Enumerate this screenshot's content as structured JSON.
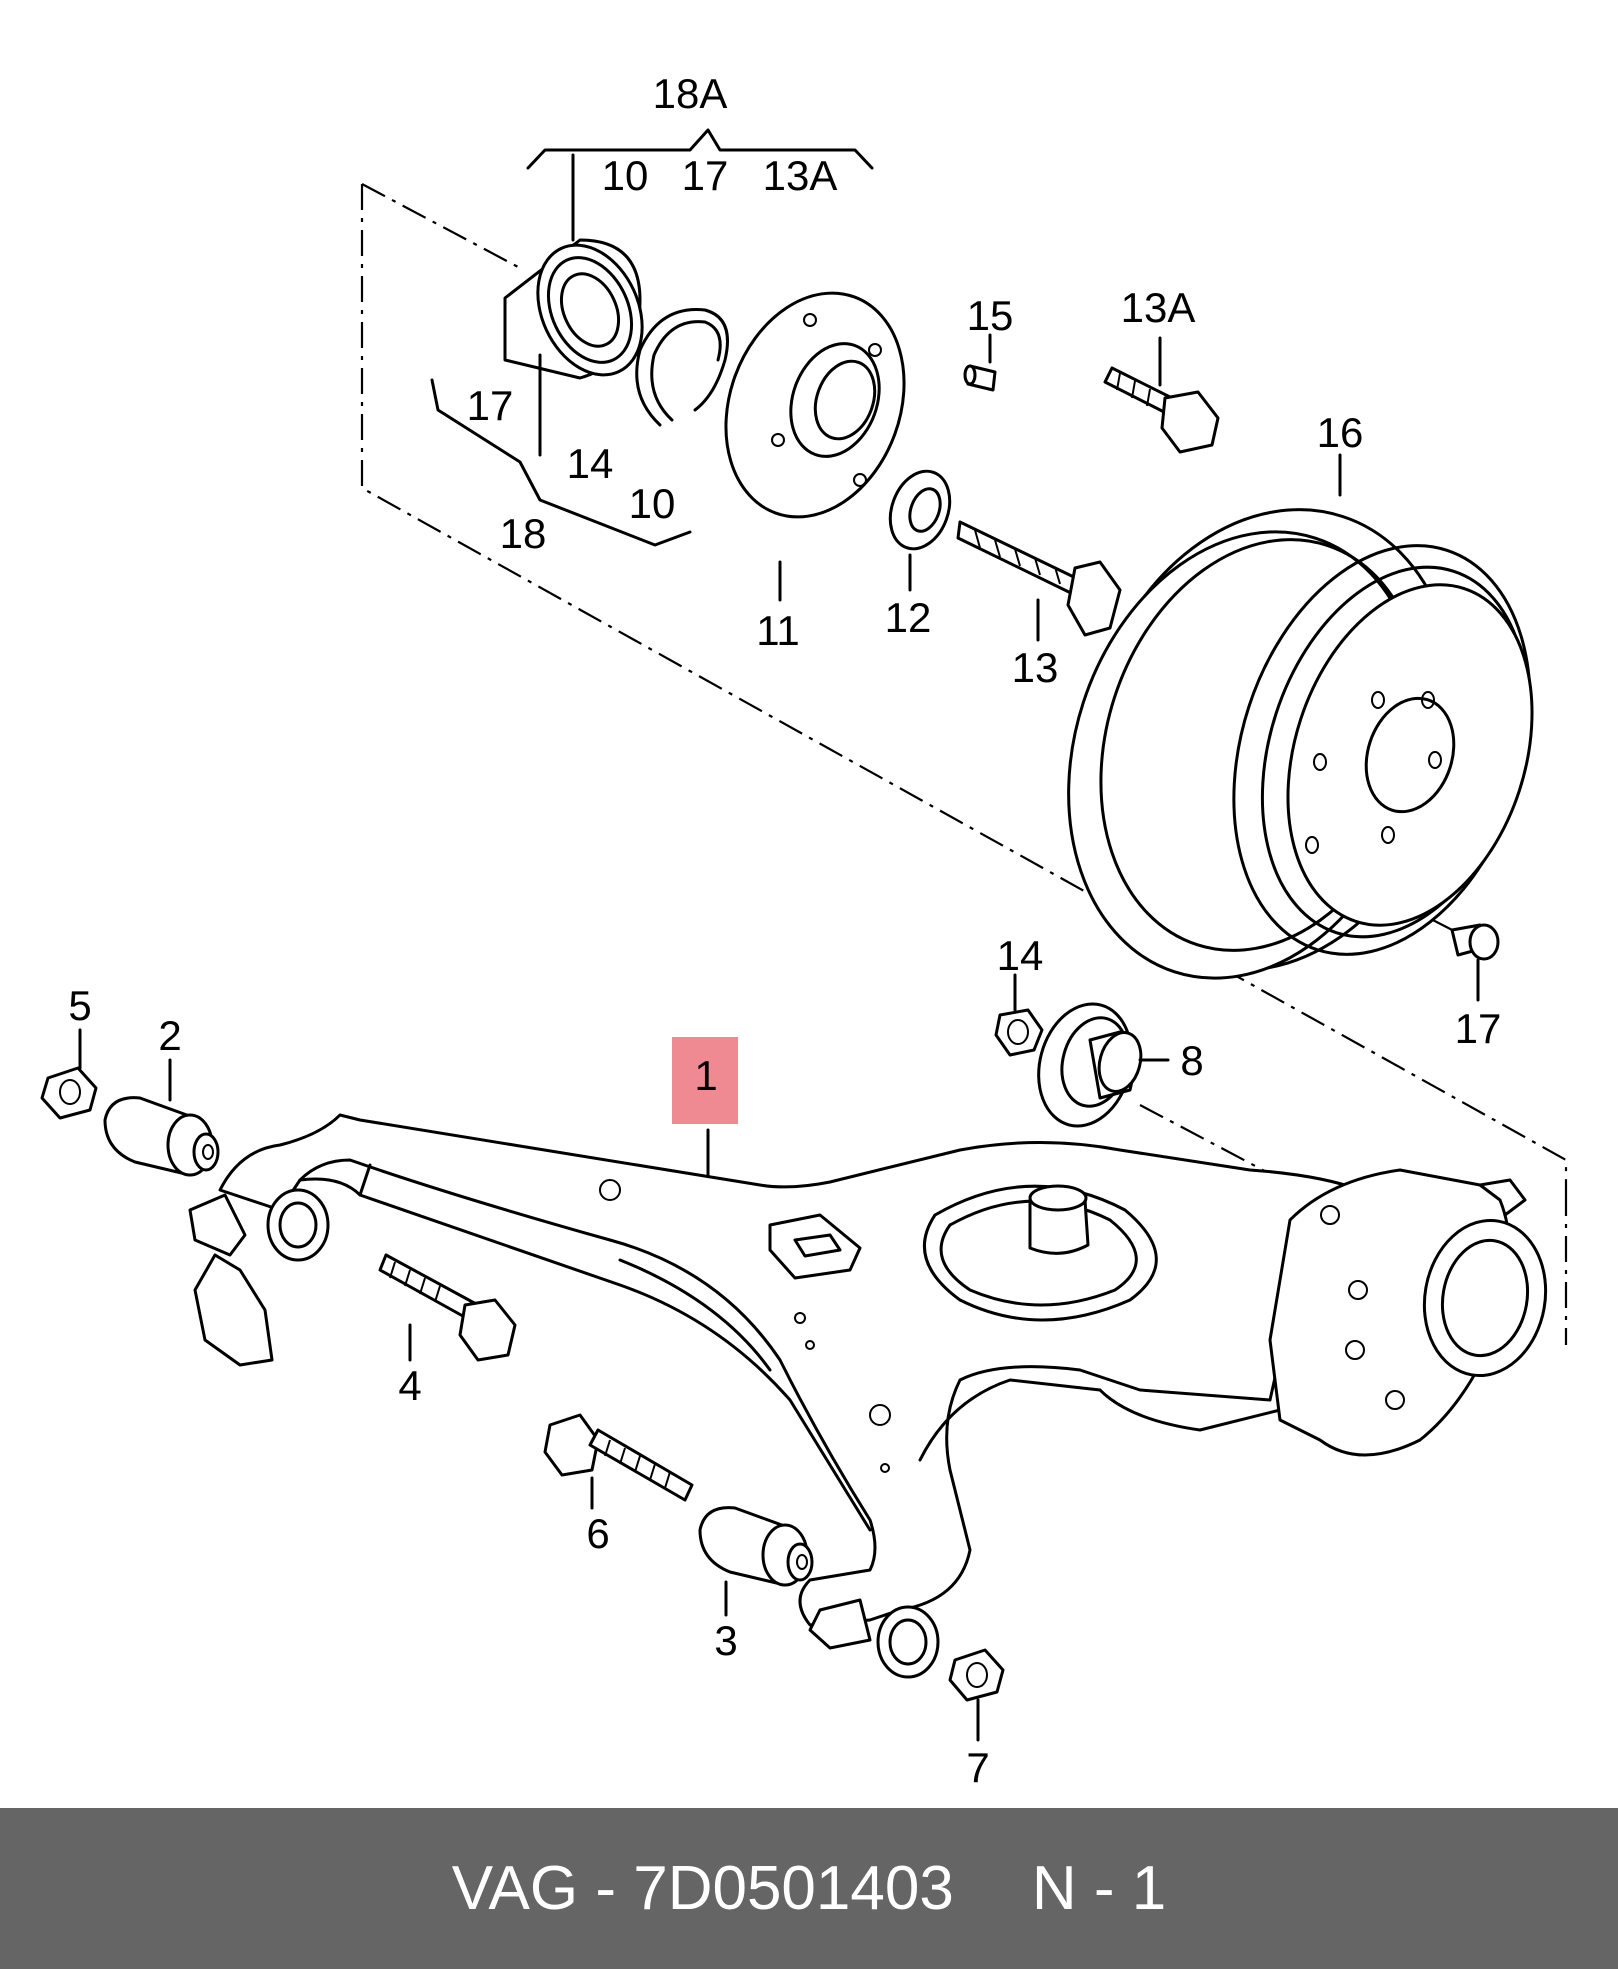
{
  "diagram": {
    "callouts": {
      "c18A": "18A",
      "c10_top": "10",
      "c17_top": "17",
      "c13A_top": "13A",
      "c17_left": "17",
      "c14_left": "14",
      "c10_left": "10",
      "c18": "18",
      "c15": "15",
      "c13A": "13A",
      "c16": "16",
      "c11": "11",
      "c12": "12",
      "c13": "13",
      "c14": "14",
      "c17": "17",
      "c8": "8",
      "c5": "5",
      "c2": "2",
      "c1": "1",
      "c4": "4",
      "c6": "6",
      "c3": "3",
      "c7": "7"
    },
    "highlight_color": "#f08a92"
  },
  "footer": {
    "part_number": "VAG - 7D0501403",
    "position": "N - 1",
    "background_color": "#656565"
  }
}
